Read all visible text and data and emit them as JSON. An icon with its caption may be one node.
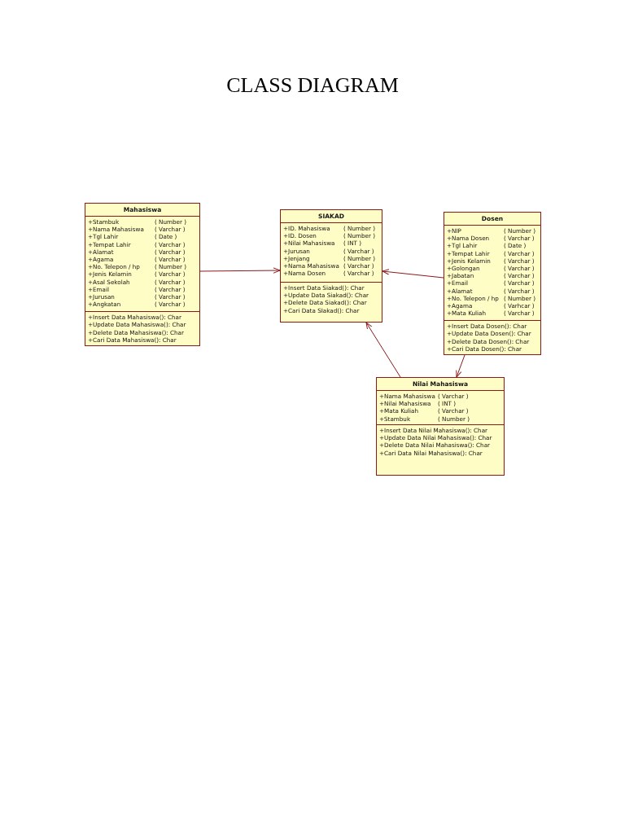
{
  "diagram": {
    "title": "CLASS DIAGRAM",
    "nodes": [
      {
        "text": [
          "Mahasiswa"
        ]
      },
      {
        "text": [
          "+Stambuk",
          "( Number )",
          "+Nama Mahasiswa",
          "( Varchar )",
          "+Tgl Lahir",
          "( Date )",
          "+Tempat Lahir",
          "( Varchar )",
          "+Alamat",
          "( Varchar )",
          "+Agama",
          "( Varchar )",
          "+No. Telepon / hp",
          "( Number )",
          "+Jenis Kelamin",
          "( Varchar )",
          "+Asal Sekolah",
          "( Varchar )",
          "+Email",
          "( Varchar )",
          "+Jurusan",
          "( Varchar )",
          "+Angkatan",
          "( Varchar )"
        ],
        "in": 0
      },
      {
        "text": [
          "+Insert Data Mahasiswa(): Char",
          "+Update Data Mahasiswa(): Char",
          "+Delete Data Mahasiswa(): Char",
          "+Cari Data Mahasiswa(): Char"
        ],
        "in": 0
      },
      {
        "text": [
          "SIAKAD"
        ]
      },
      {
        "text": [
          "+ID. Mahasiswa",
          "( Number )",
          "+ID. Dosen",
          "( Number )",
          "+Nilai Mahasiswa",
          "( INT )",
          "+Jurusan",
          "( Varchar )",
          "+Jenjang",
          "( Number )",
          "+Nama Mahasiswa",
          "( Varchar )",
          "+Nama Dosen",
          "( Varchar )"
        ],
        "in": 3
      },
      {
        "text": [
          "+Insert Data Siakad(): Char",
          "+Update Data Siakad(): Char",
          "+Delete Data Siakad(): Char",
          "+Cari Data SIakad(): Char"
        ],
        "in": 3
      },
      {
        "text": [
          "Dosen"
        ]
      },
      {
        "text": [
          "+NIP",
          "( Number )",
          "+Nama Dosen",
          "( Varchar )",
          "+Tgl Lahir",
          "( Date )",
          "+Tempat Lahir",
          "( Varchar )",
          "+Jenis Kelamin",
          "( Varchar )",
          "+Golongan",
          "( Varchar )",
          "+Jabatan",
          "( Varchar )",
          "+Email",
          "( Varchar )",
          "+Alamat",
          "( Varchar )",
          "+No. Telepon / hp",
          "( Number )",
          "+Agama",
          "( Varhcar )",
          "+Mata Kuliah",
          "( Varchar )"
        ],
        "in": 6
      },
      {
        "text": [
          "+Insert Data Dosen(): Char",
          "+Update Data Dosen(): Char",
          "+Delete Data Dosen(): Char",
          "+Cari Data Dosen(): Char"
        ],
        "in": 6
      },
      {
        "text": [
          "Nilai Mahasiswa"
        ]
      },
      {
        "text": [
          "+Nama Mahasiswa",
          "( Varchar )",
          "+Nilai Mahasiswa",
          "( INT )",
          "+Mata Kuliah",
          "( Varchar )",
          "+Stambuk",
          "( Number )"
        ],
        "in": 9
      },
      {
        "text": [
          "+Insert Data Nilai Mahasiswa(): Char",
          "+Update Data Nilai Mahasiswa(): Char",
          "+Delete Data Nilai Mahasiswa(): Char",
          "+Cari Data Nilai Mahasiswa(): Char"
        ],
        "in": 9
      }
    ],
    "edges": [
      {
        "from": 0,
        "to": 3,
        "arrow": "to"
      },
      {
        "from": 6,
        "to": 3,
        "arrow": "to"
      },
      {
        "from": 9,
        "to": 3,
        "arrow": "to"
      },
      {
        "from": 6,
        "to": 9,
        "arrow": "to"
      }
    ]
  }
}
